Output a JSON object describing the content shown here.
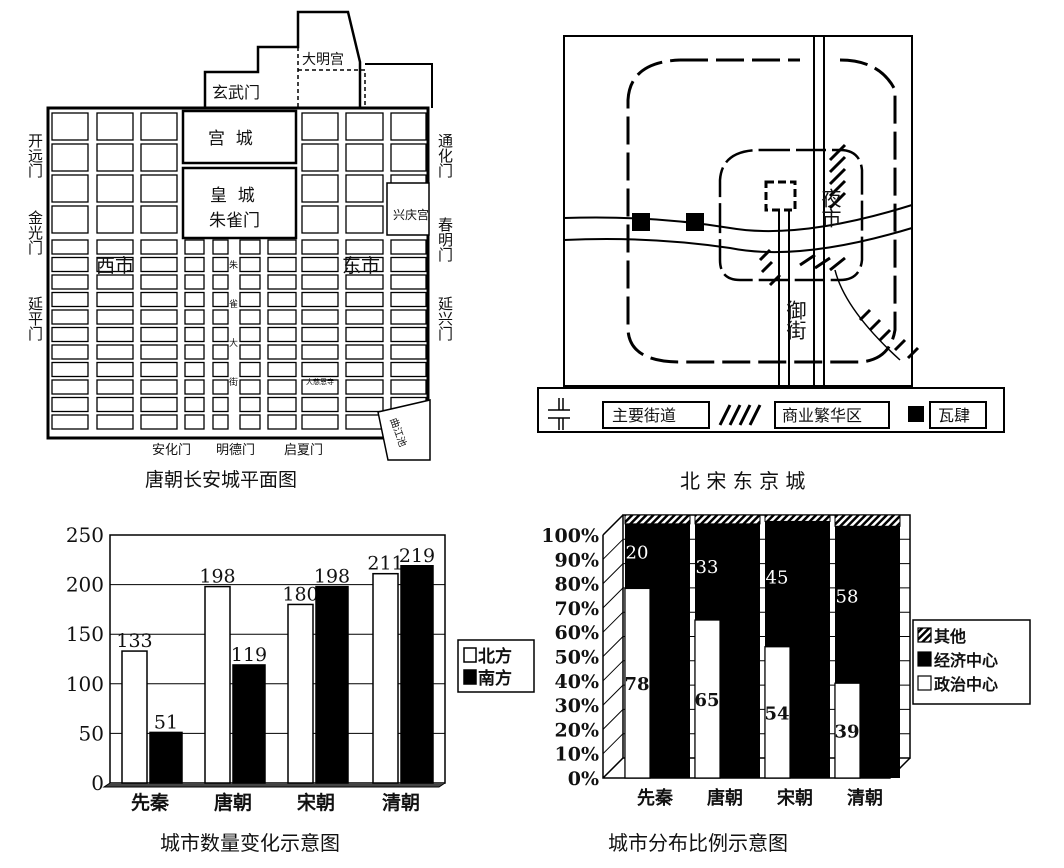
{
  "panels": {
    "changan": {
      "title": "唐朝长安城平面图",
      "labels": {
        "daming": "大明宫",
        "xuanwu": "玄武门",
        "gongcheng": "宫  城",
        "huangcheng": "皇  城",
        "zhuque_gate": "朱雀门",
        "xishi": "西市",
        "dongshi": "东市",
        "xingqing": "兴庆宫",
        "dacien": "大慈恩寺",
        "qujiang": "曲江池",
        "kaiyuan": "开远门",
        "jinguang": "金光门",
        "yanping": "延平门",
        "tonghua": "通化门",
        "chunming": "春明门",
        "yanxing": "延兴门",
        "anhua": "安化门",
        "mingde": "明德门",
        "qixia": "启夏门",
        "zhuque_street": "朱雀大街"
      }
    },
    "dongjing": {
      "title": "北 宋 东 京 城",
      "labels": {
        "yeshi": "夜市",
        "yujie": "御街"
      },
      "legend": {
        "main_street": "主要街道",
        "commercial": "商业繁华区",
        "washi": "瓦肆"
      }
    }
  },
  "chart_data": [
    {
      "type": "bar",
      "title": "城市数量变化示意图",
      "categories": [
        "先秦",
        "唐朝",
        "宋朝",
        "清朝"
      ],
      "series": [
        {
          "name": "北方",
          "values": [
            133,
            198,
            180,
            211
          ],
          "color": "#ffffff"
        },
        {
          "name": "南方",
          "values": [
            51,
            119,
            198,
            219
          ],
          "color": "#000000"
        }
      ],
      "yticks": [
        "0",
        "50",
        "100",
        "150",
        "200",
        "250"
      ],
      "ylim": [
        0,
        250
      ],
      "legend": "right",
      "grid": true
    },
    {
      "type": "bar",
      "stacked": true,
      "title": "城市分布比例示意图",
      "categories": [
        "先秦",
        "唐朝",
        "宋朝",
        "清朝"
      ],
      "series": [
        {
          "name": "政治中心",
          "values": [
            78,
            65,
            54,
            39
          ],
          "color": "#ffffff"
        },
        {
          "name": "经济中心",
          "values": [
            20,
            33,
            45,
            58
          ],
          "color": "#000000"
        },
        {
          "name": "其他",
          "values": [
            2,
            2,
            1,
            3
          ],
          "color": "hatched"
        }
      ],
      "legend_order": [
        "其他",
        "经济中心",
        "政治中心"
      ],
      "yticks": [
        "0%",
        "10%",
        "20%",
        "30%",
        "40%",
        "50%",
        "60%",
        "70%",
        "80%",
        "90%",
        "100%"
      ],
      "ylim": [
        0,
        100
      ],
      "legend": "right",
      "grid": true
    }
  ]
}
